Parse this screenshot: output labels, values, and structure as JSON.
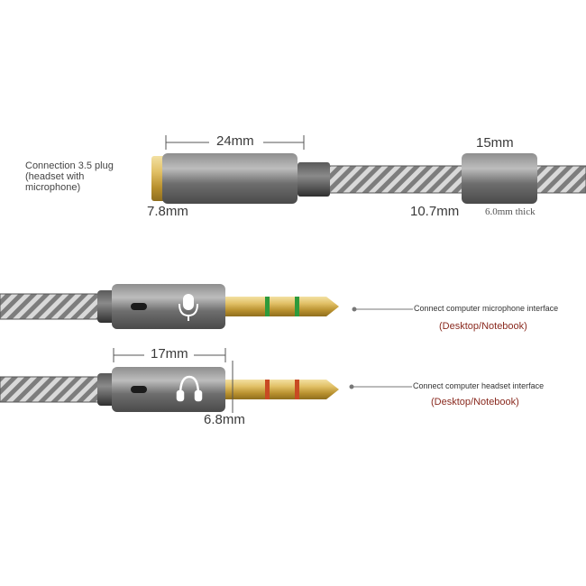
{
  "top_section": {
    "description_label": "Connection 3.5 plug (headset with microphone)",
    "dim_length": "24mm",
    "dim_diameter": "7.8mm",
    "splitter_length": "15mm",
    "splitter_width": "10.7mm",
    "splitter_thickness": "6.0mm thick"
  },
  "plugs": {
    "dim_length": "17mm",
    "dim_diameter": "6.8mm",
    "mic": {
      "icon": "microphone-icon",
      "band_color": "#2e9a3b",
      "note": "Connect computer microphone interface",
      "sub": "(Desktop/Notebook)"
    },
    "headset": {
      "icon": "headphones-icon",
      "band_color": "#c84a23",
      "note": "Connect computer headset interface",
      "sub": "(Desktop/Notebook)"
    }
  },
  "colors": {
    "housing": "#6a6a6a",
    "gold": "#d8b24a",
    "cable": "#8b8b8b"
  }
}
